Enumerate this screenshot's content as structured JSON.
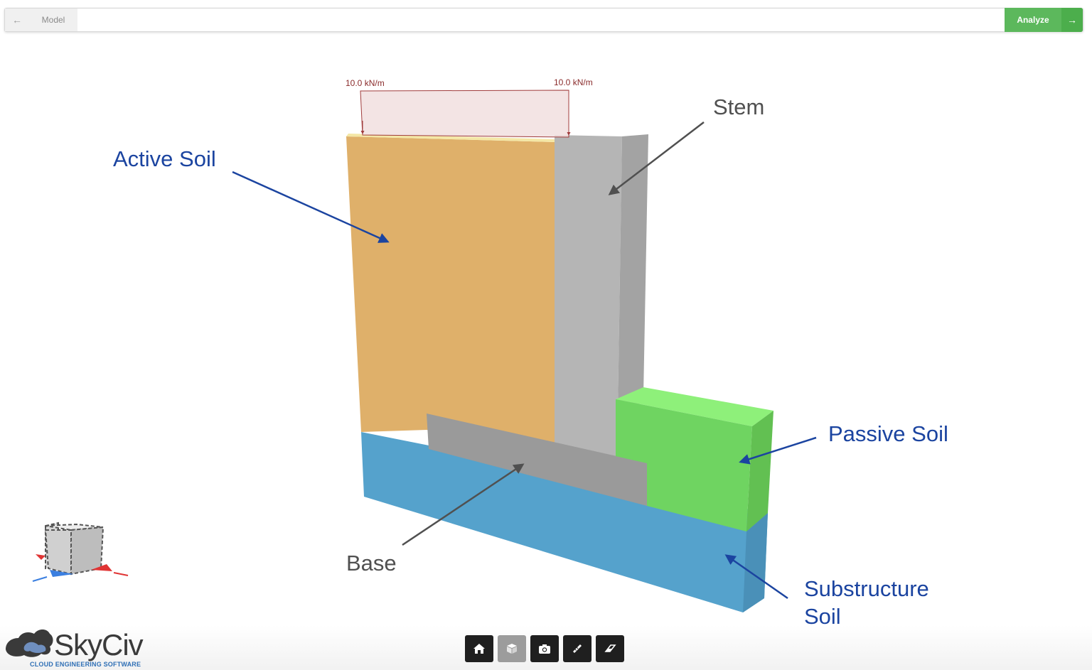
{
  "topbar": {
    "back_icon": "arrow-left-icon",
    "breadcrumb": "Model",
    "analyze_label": "Analyze",
    "analyze_arrow_icon": "arrow-right-icon",
    "accent_color": "#5cb85c"
  },
  "viewport": {
    "loads": {
      "left_label": "10.0 kN/m",
      "right_label": "10.0 kN/m"
    },
    "callouts": {
      "active_soil": "Active Soil",
      "stem": "Stem",
      "passive_soil": "Passive Soil",
      "base": "Base",
      "substructure_soil": "Substructure\nSoil"
    },
    "colors": {
      "active_soil": "#dfb06a",
      "stem": "#b5b5b5",
      "base": "#9a9a9a",
      "passive_soil": "#6fd461",
      "substructure_soil": "#55a2cc",
      "load_fill": "#f1dfdf",
      "load_stroke": "#a03c3c",
      "callout_blue": "#1b44a0",
      "callout_gray": "#505050"
    }
  },
  "toolbar": {
    "items": [
      {
        "icon": "home-icon",
        "active": false
      },
      {
        "icon": "cube-icon",
        "active": true
      },
      {
        "icon": "camera-icon",
        "active": false
      },
      {
        "icon": "ruler-icon",
        "active": false
      },
      {
        "icon": "eraser-icon",
        "active": false
      }
    ]
  },
  "logo": {
    "brand": "SkyCiv",
    "tagline": "CLOUD ENGINEERING SOFTWARE"
  }
}
